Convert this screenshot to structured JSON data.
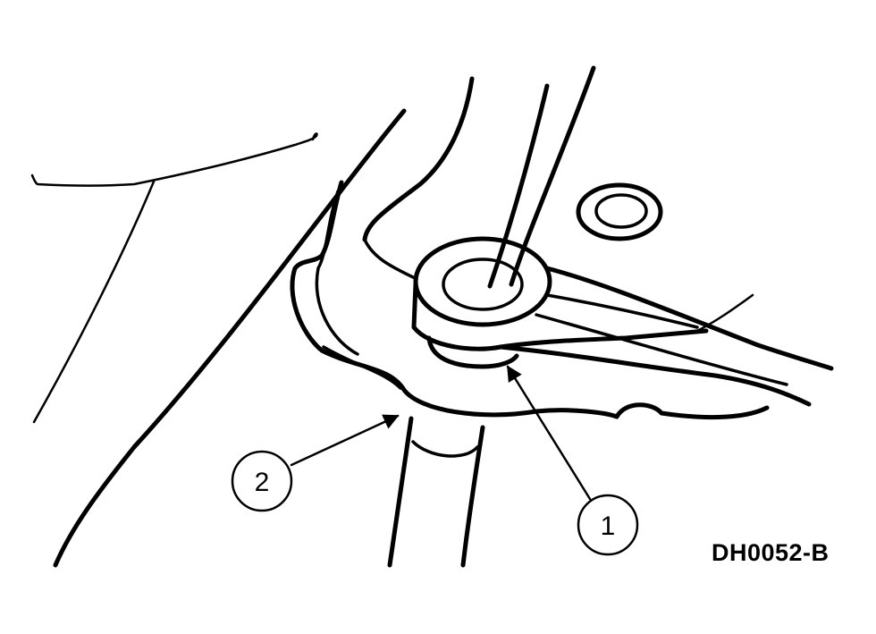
{
  "figure_id": "DH0052-B",
  "callouts": [
    {
      "label": "1"
    },
    {
      "label": "2"
    }
  ]
}
